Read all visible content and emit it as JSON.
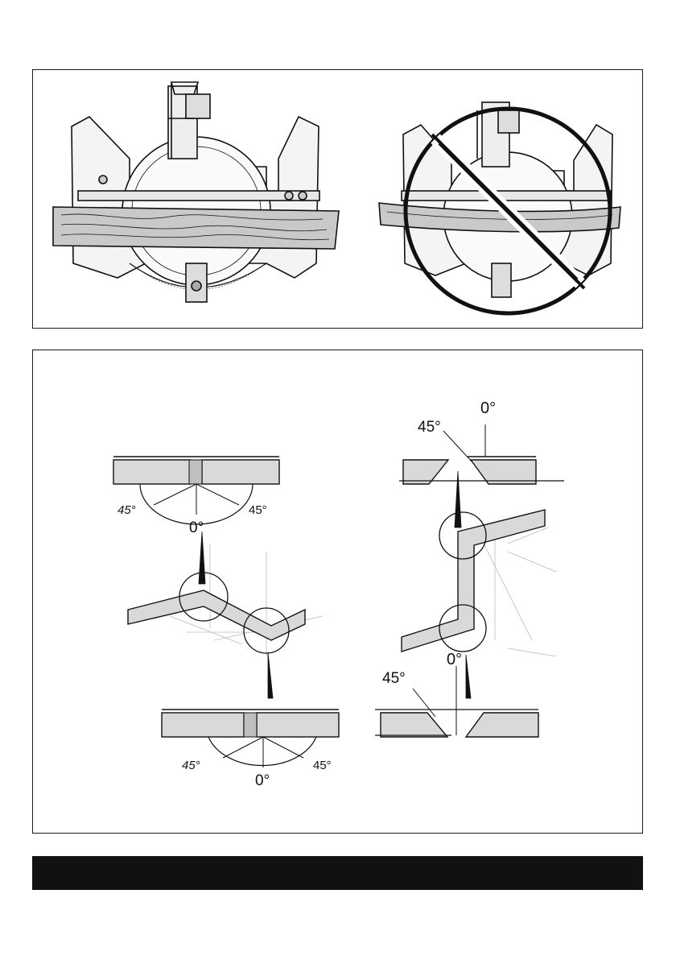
{
  "figure_top": {
    "saw_correct": "miter-saw-with-flat-board",
    "saw_incorrect": "miter-saw-with-warped-board-prohibited"
  },
  "figure_mid": {
    "left_top_angles": {
      "left": "45°",
      "center": "0°",
      "right": "45°"
    },
    "left_bottom_angles": {
      "left": "45°",
      "center": "0°",
      "right": "45°"
    },
    "right_top_angles": {
      "bevel": "45°",
      "straight": "0°"
    },
    "right_bottom_angles": {
      "bevel": "45°",
      "straight": "0°"
    }
  },
  "colors": {
    "ink": "#111111",
    "board_fill": "#d9d9d9",
    "wood_fill": "#c9c9c9",
    "grid": "#bbbbbb",
    "footer": "#111111"
  }
}
